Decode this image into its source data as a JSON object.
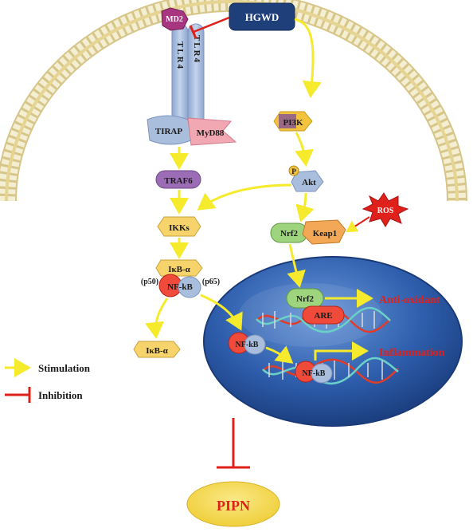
{
  "labels": {
    "hgwd": "HGWD",
    "md2": "MD2",
    "tlr4_a": "TLR4",
    "tlr4_b": "TLR4",
    "tirap": "TIRAP",
    "myd88": "MyD88",
    "pi3k": "PI3K",
    "p": "P",
    "akt": "Akt",
    "traf6": "TRAF6",
    "ikks": "IKKs",
    "ros": "ROS",
    "nrf2_cyto": "Nrf2",
    "keap1": "Keap1",
    "ikb_bound": "IκB-α",
    "nfkb_cyto": "NF-kB",
    "p50": "(p50)",
    "p65": "(p65)",
    "ikb_free": "IκB-α",
    "nfkb_nuc1": "NF-kB",
    "nfkb_nuc2": "NF-kB",
    "nrf2_nuc": "Nrf2",
    "are": "ARE",
    "anti_oxidant": "Anti-oxidant",
    "inflammation": "Inflammation",
    "pipn": "PIPN"
  },
  "legend": {
    "stimulation": "Stimulation",
    "inhibition": "Inhibition"
  },
  "colors": {
    "stimulation_arrow": "#f5ea2c",
    "inhibition": "#e0201b",
    "membrane_head": "#f7eec4",
    "receptor": "#a9bedc",
    "nucleus": "#2a5aa6",
    "pipn": "#f4dc58"
  }
}
